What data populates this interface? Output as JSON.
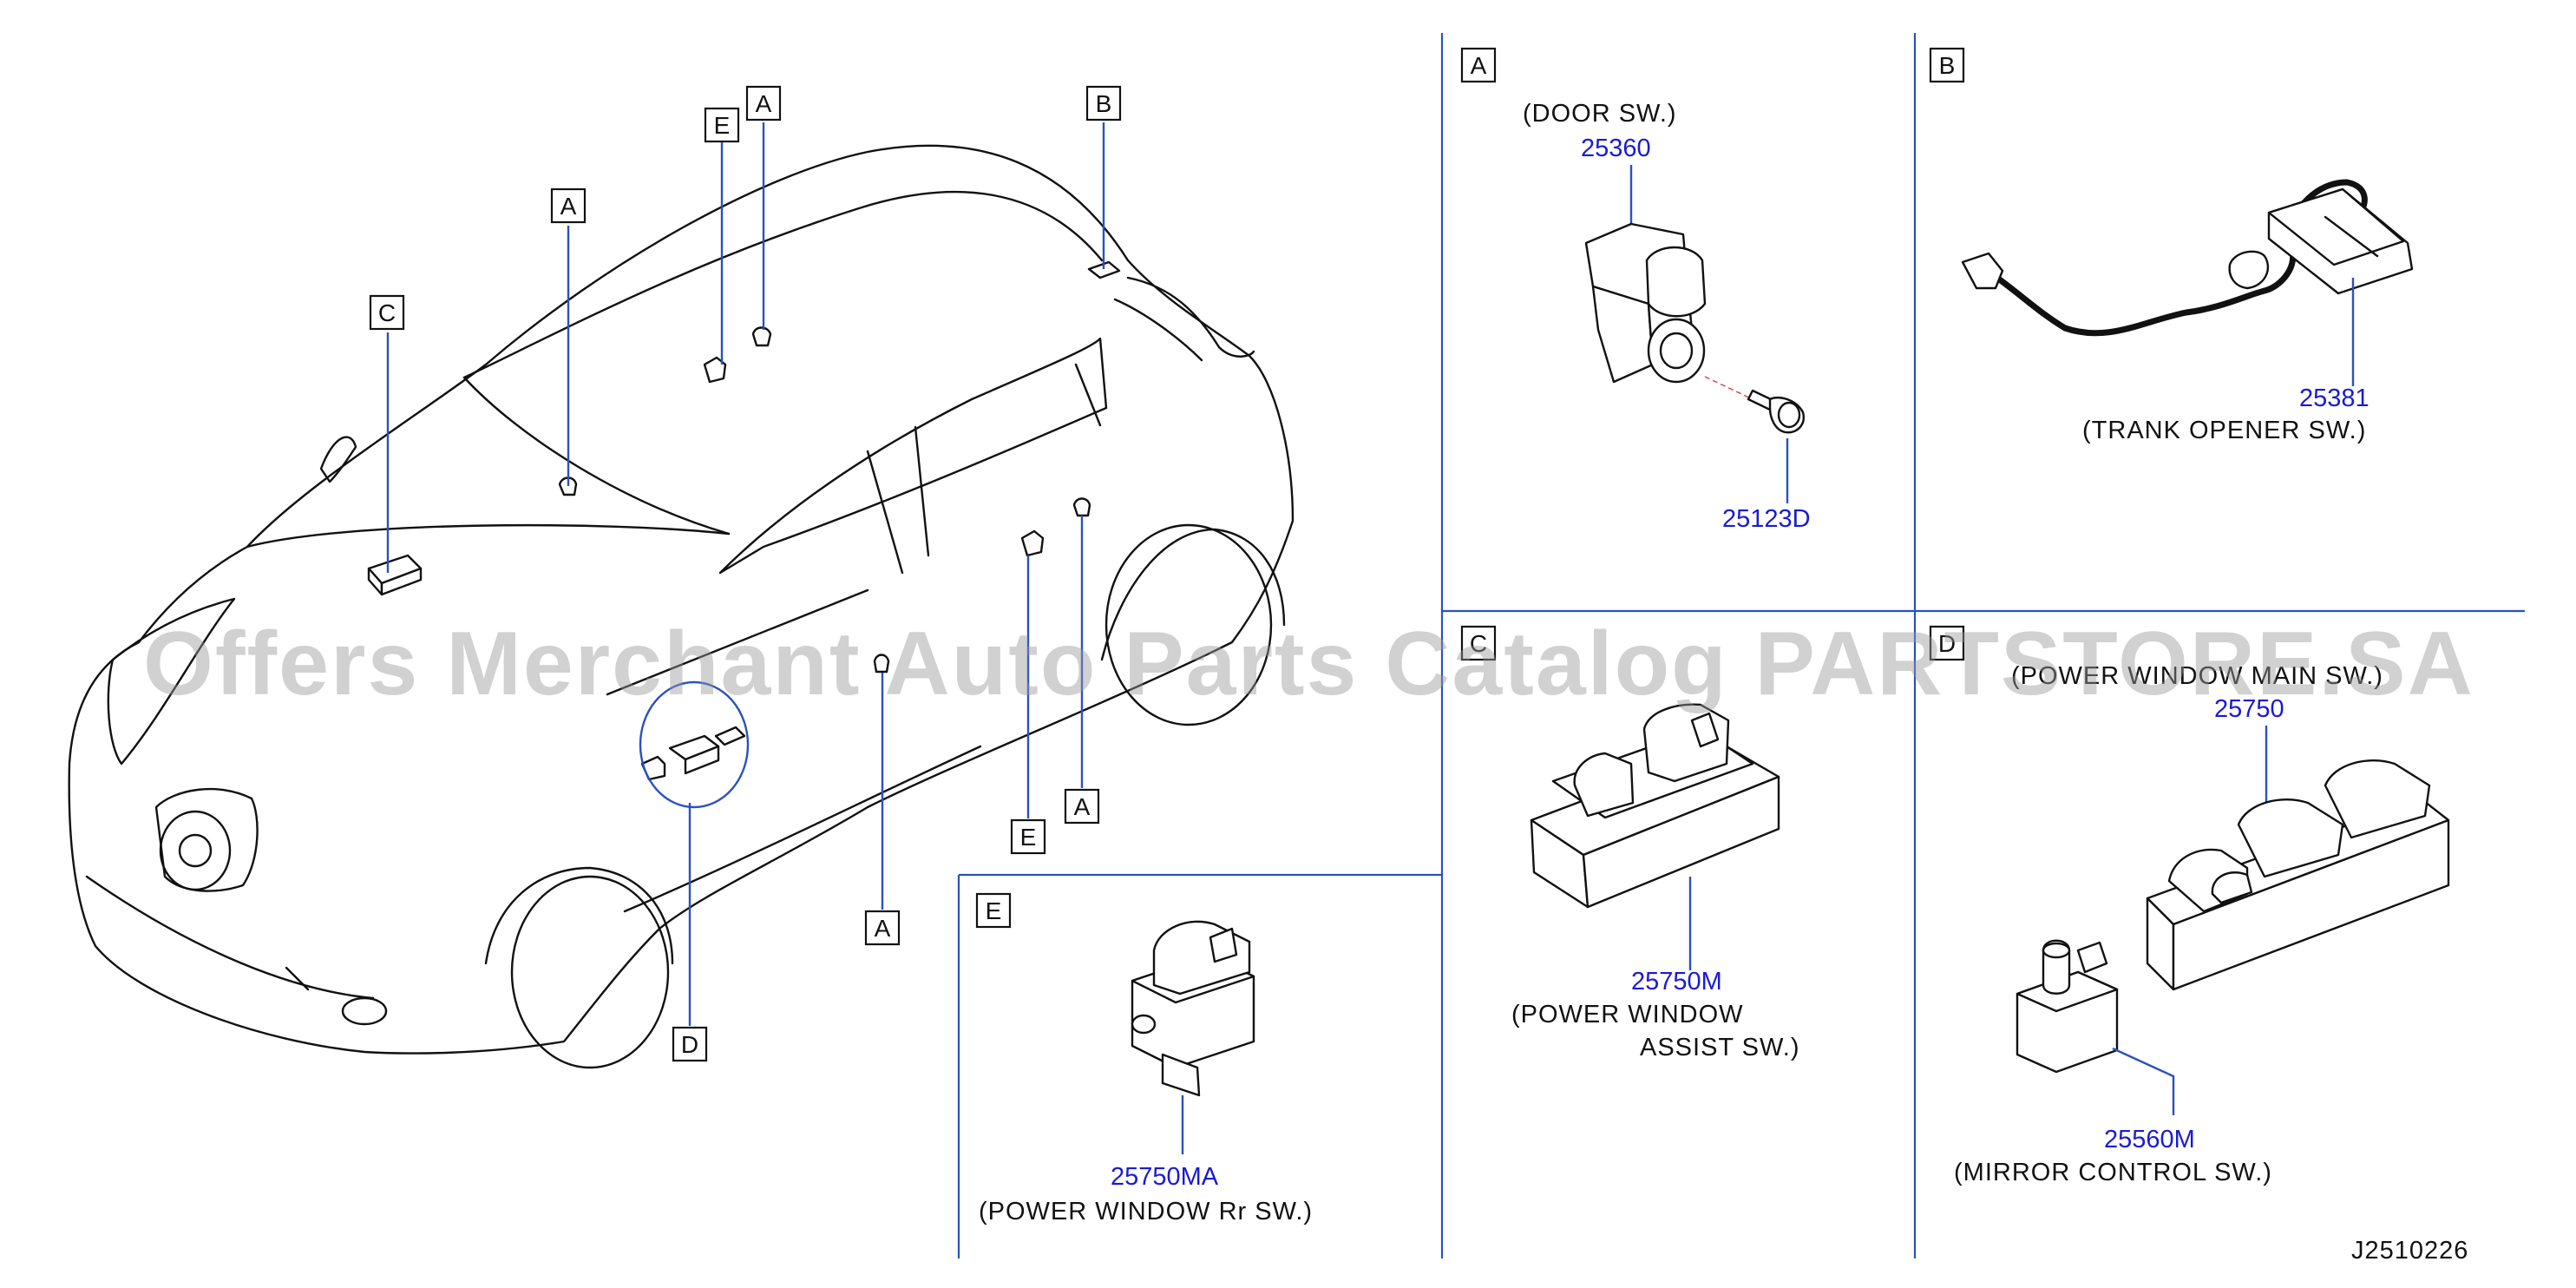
{
  "callout_boxes": {
    "a1": "A",
    "a2": "A",
    "a3": "A",
    "a4": "A",
    "b1": "B",
    "c1": "C",
    "d1": "D",
    "e1": "E",
    "e2": "E"
  },
  "panels": {
    "A": {
      "letter": "A",
      "caption": "(DOOR   SW.)",
      "part_main": "25360",
      "part_screw": "25123D"
    },
    "B": {
      "letter": "B",
      "part": "25381",
      "caption": "(TRANK   OPENER   SW.)"
    },
    "C": {
      "letter": "C",
      "part": "25750M",
      "caption_line1": "(POWER   WINDOW",
      "caption_line2": "ASSIST   SW.)"
    },
    "D": {
      "letter": "D",
      "caption": "(POWER   WINDOW   MAIN   SW.)",
      "part_main": "25750",
      "part_mirror": "25560M",
      "caption_mirror": "(MIRROR   CONTROL   SW.)"
    },
    "E": {
      "letter": "E",
      "part": "25750MA",
      "caption": "(POWER   WINDOW   Rr   SW.)"
    }
  },
  "drawing_code": "J2510226",
  "watermark": "Offers Merchant Auto Parts Catalog PARTSTORE.SA",
  "colors": {
    "part_number": "#1a1ad6",
    "leader": "#2a52be",
    "ink": "#111111",
    "watermark": "#9a9a9a"
  }
}
